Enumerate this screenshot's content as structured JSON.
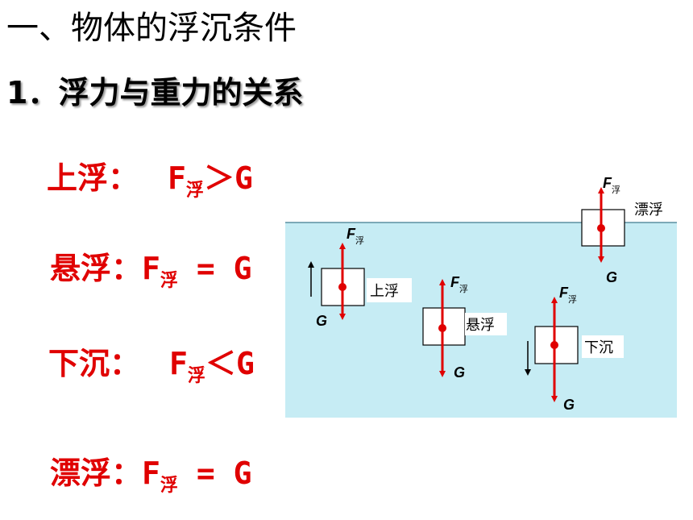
{
  "heading": "一、物体的浮沉条件",
  "subheading": "1．浮力与重力的关系",
  "conditions": [
    {
      "state": "上浮",
      "colon": "：",
      "force": "F",
      "sub": "浮",
      "relation": "＞",
      "weight": "G"
    },
    {
      "state": "悬浮",
      "colon": "：",
      "force": "F",
      "sub": "浮",
      "relation": " = ",
      "weight": "G"
    },
    {
      "state": "下沉",
      "colon": "：",
      "force": "F",
      "sub": "浮",
      "relation": "＜",
      "weight": "G"
    },
    {
      "state": "漂浮",
      "colon": "：",
      "force": "F",
      "sub": "浮",
      "relation": " = ",
      "weight": "G"
    }
  ],
  "diagram": {
    "water_color": "#c6ecf4",
    "arrow_color": "#e00000",
    "force_up": "F",
    "force_up_sub": "浮",
    "force_down": "G",
    "labels": {
      "rise": "上浮",
      "suspend": "悬浮",
      "sink": "下沉",
      "float": "漂浮"
    }
  }
}
